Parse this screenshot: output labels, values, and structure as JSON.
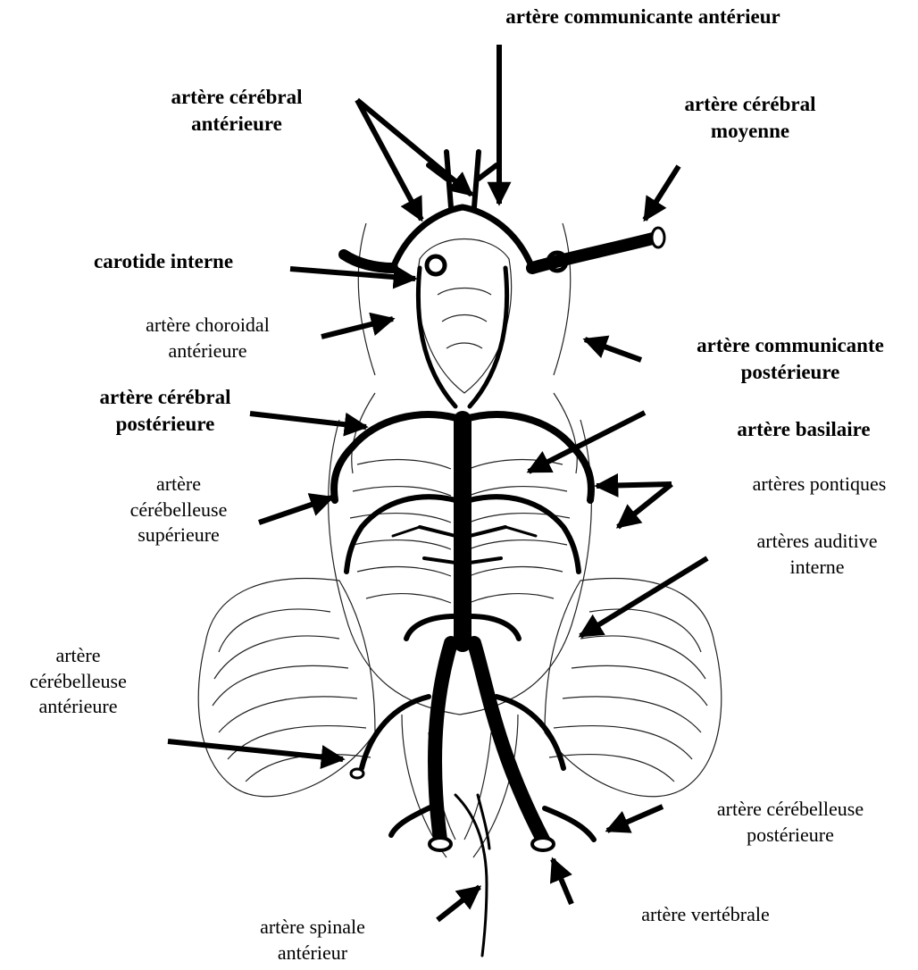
{
  "labels": {
    "comm_ant": [
      "artère communicante antérieur"
    ],
    "cer_ant": [
      "artère cérébral",
      "antérieure"
    ],
    "cer_moy": [
      "artère cérébral",
      "moyenne"
    ],
    "carotide": [
      "carotide interne"
    ],
    "choroidal": [
      "artère choroidal",
      "antérieure"
    ],
    "comm_post": [
      "artère communicante",
      "postérieure"
    ],
    "cer_post": [
      "artère cérébral",
      "postérieure"
    ],
    "basilaire": [
      "artère basilaire"
    ],
    "cereb_sup": [
      "artère",
      "cérébelleuse",
      "supérieure"
    ],
    "pontiques": [
      "artères pontiques"
    ],
    "auditive": [
      "artères auditive",
      "interne"
    ],
    "cereb_ant": [
      "artère",
      "cérébelleuse",
      "antérieure"
    ],
    "cereb_post": [
      "artère cérébelleuse",
      "postérieure"
    ],
    "vertebrale": [
      "artère vertébrale"
    ],
    "spinale": [
      "artère spinale",
      "antérieur"
    ]
  },
  "colors": {
    "ink": "#000000",
    "paper": "#ffffff",
    "stroke": "#222222"
  }
}
